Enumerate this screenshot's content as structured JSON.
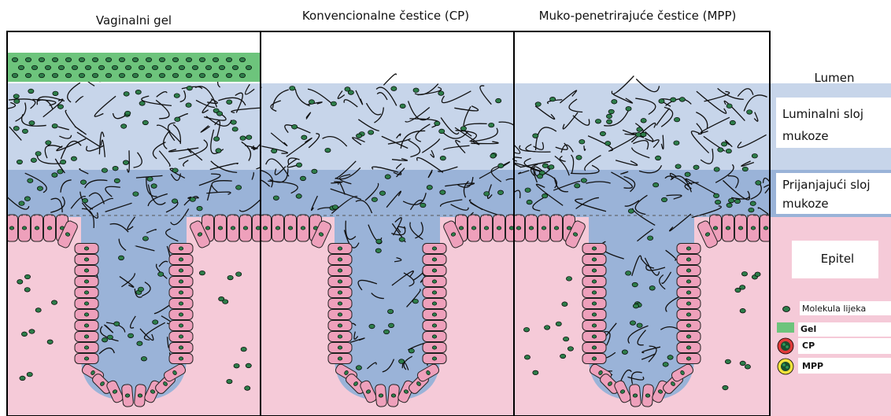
{
  "titles": {
    "panel1": "Vaginalni gel",
    "panel2": "Konvencionalne čestice (CP)",
    "panel3": "Muko-penetrirajuće čestice (MPP)"
  },
  "layers": {
    "lumen": "Lumen",
    "luminal_line1": "Luminalni sloj",
    "luminal_line2": "mukoze",
    "adherent_line1": "Prijanjajući sloj",
    "adherent_line2": "mukoze",
    "epithelium": "Epitel"
  },
  "legend": {
    "drug": "Molekula lijeka",
    "gel": "Gel",
    "cp": "CP",
    "mpp": "MPP"
  },
  "colors": {
    "luminal": "#c7d5ea",
    "adherent": "#9ab3d8",
    "epithelium": "#f5cad8",
    "cell": "#eea0bb",
    "gel": "#6dc47c",
    "drug": "#2e7d4a",
    "cp_ring": "#e03a3a",
    "mpp_ring": "#f2e23b"
  }
}
